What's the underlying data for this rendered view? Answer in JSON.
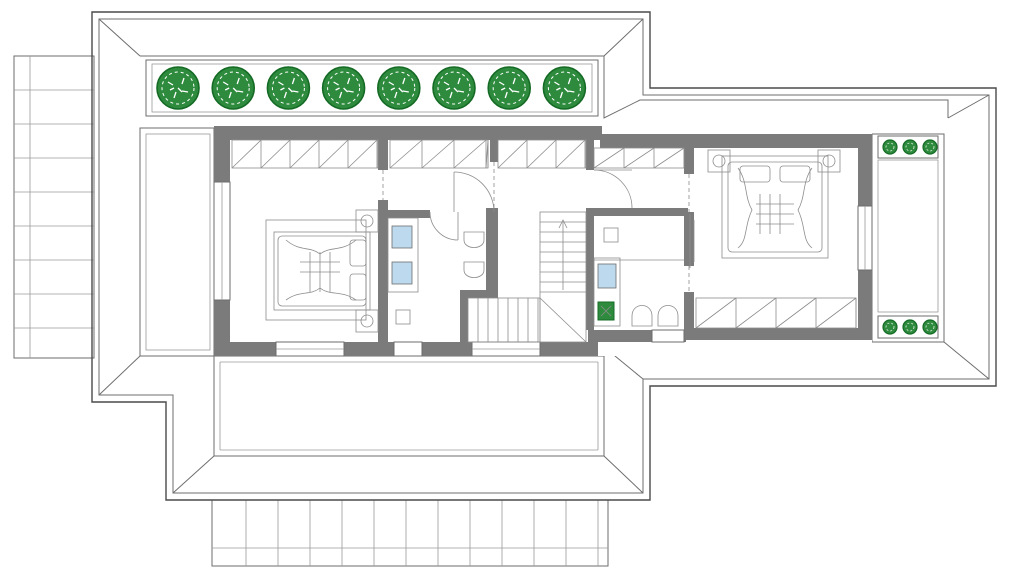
{
  "colors": {
    "background": "#ffffff",
    "line": "#6e6e6e",
    "wall_fill": "#7b7b7b",
    "plant_fill": "#2e8b3e",
    "plant_dark": "#156b25",
    "glass": "#bcd9ee"
  },
  "icons": {
    "plant": "shrub-icon",
    "bed": "double-bed-icon",
    "sink": "sink-icon",
    "toilet": "toilet-icon",
    "stair_arrow": "arrow-up-icon"
  },
  "plan": {
    "planter_shrub_count": 8,
    "small_planter_shrub_count": 3,
    "bedroom_count": 2,
    "bathroom_count": 2,
    "staircase_count": 1
  }
}
